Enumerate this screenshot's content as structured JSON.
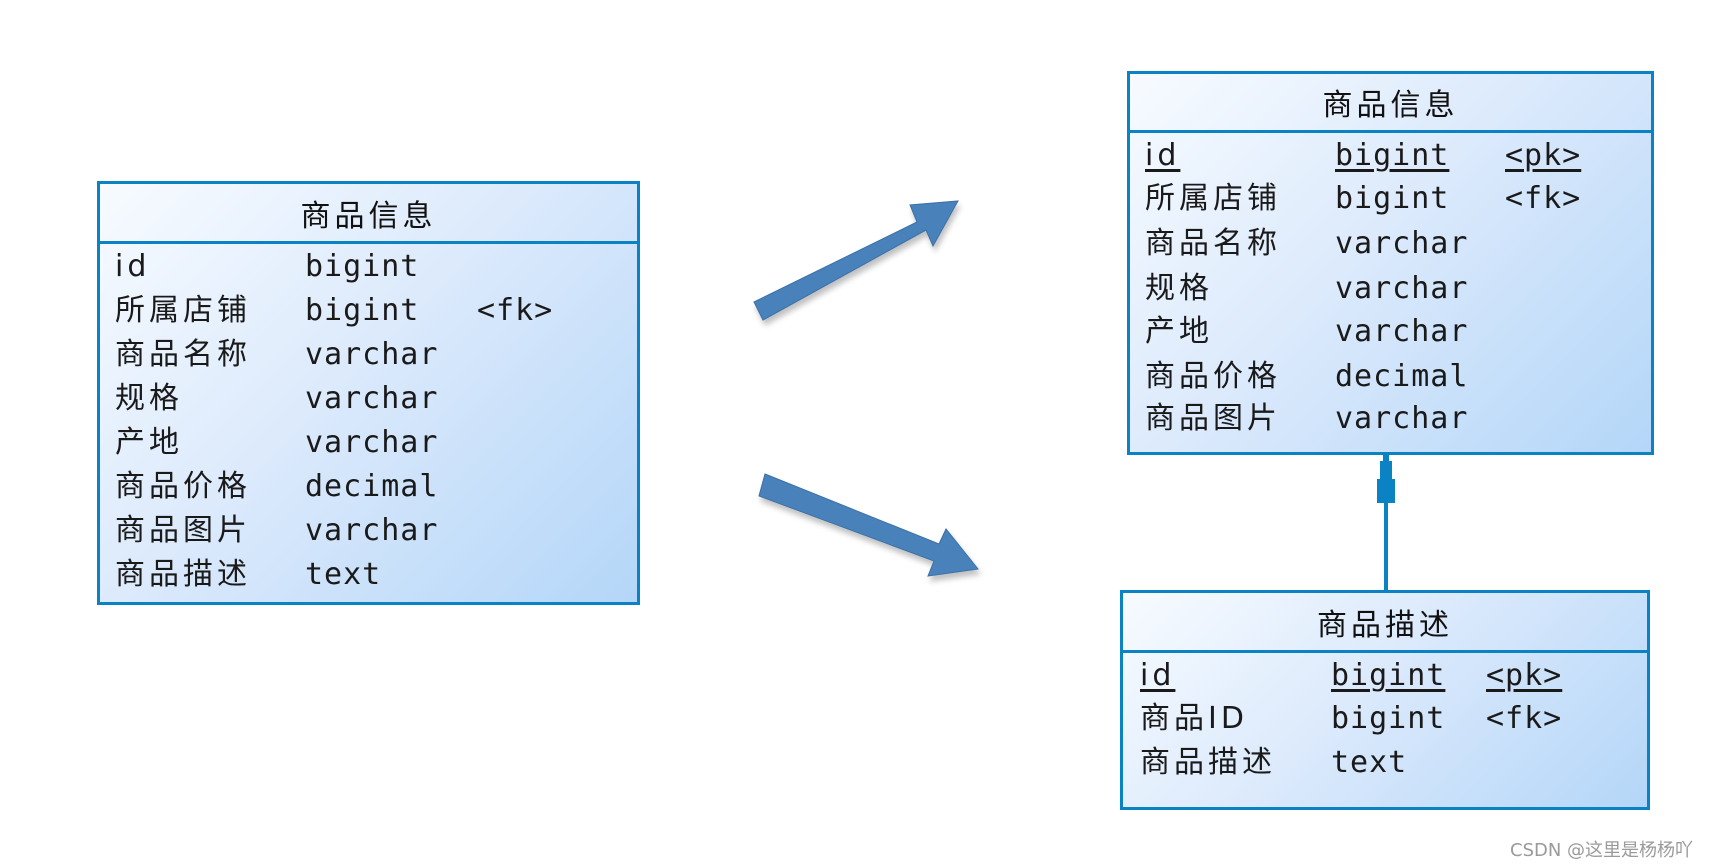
{
  "colors": {
    "border": "#0a82c4",
    "fill_light": "#f7fbff",
    "fill_dark": "#b4d6f8",
    "arrow": "#4a82bb",
    "connector": "#0a82c4",
    "watermark": "#9a9a9a"
  },
  "left_entity": {
    "title": "商品信息",
    "rows": [
      {
        "name": "id",
        "type": "bigint",
        "key": ""
      },
      {
        "name": "所属店铺",
        "type": "bigint",
        "key": "<fk>"
      },
      {
        "name": "商品名称",
        "type": "varchar",
        "key": ""
      },
      {
        "name": "规格",
        "type": "varchar",
        "key": ""
      },
      {
        "name": "产地",
        "type": "varchar",
        "key": ""
      },
      {
        "name": "商品价格",
        "type": "decimal",
        "key": ""
      },
      {
        "name": "商品图片",
        "type": "varchar",
        "key": ""
      },
      {
        "name": "商品描述",
        "type": "text",
        "key": ""
      }
    ]
  },
  "right_top_entity": {
    "title": "商品信息",
    "rows": [
      {
        "name": "id",
        "type": "bigint",
        "key": "<pk>",
        "primary": true
      },
      {
        "name": "所属店铺",
        "type": "bigint",
        "key": "<fk>"
      },
      {
        "name": "商品名称",
        "type": "varchar",
        "key": ""
      },
      {
        "name": "规格",
        "type": "varchar",
        "key": ""
      },
      {
        "name": "产地",
        "type": "varchar",
        "key": ""
      },
      {
        "name": "商品价格",
        "type": "decimal",
        "key": ""
      },
      {
        "name": "商品图片",
        "type": "varchar",
        "key": ""
      }
    ]
  },
  "right_bottom_entity": {
    "title": "商品描述",
    "rows": [
      {
        "name": "id",
        "type": "bigint",
        "key": "<pk>",
        "primary": true
      },
      {
        "name": "商品ID",
        "type": "bigint",
        "key": "<fk>"
      },
      {
        "name": "商品描述",
        "type": "text",
        "key": ""
      }
    ]
  },
  "relationship": {
    "from": "商品描述",
    "to": "商品信息",
    "via": "商品ID"
  },
  "watermark": "CSDN @这里是杨杨吖"
}
